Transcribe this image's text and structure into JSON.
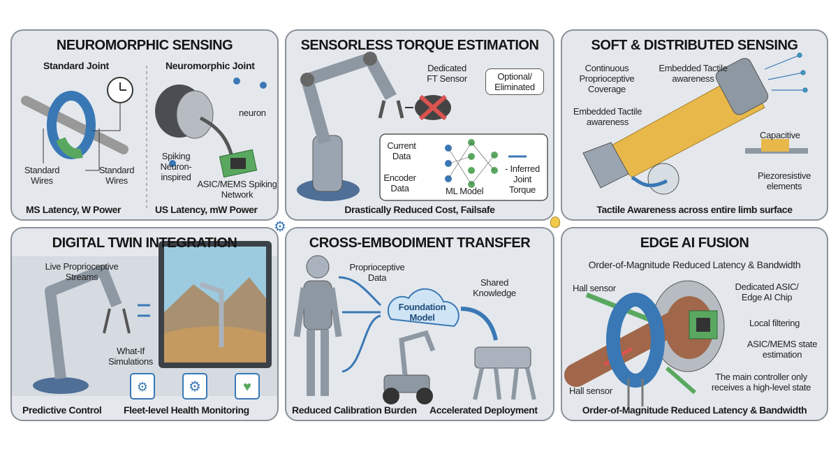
{
  "panels": {
    "neuromorphic": {
      "title": "NEUROMORPHIC SENSING",
      "standard_joint": "Standard Joint",
      "neuromorphic_joint": "Neuromorphic Joint",
      "standard_wires_left": "Standard Wires",
      "standard_wires_right": "Standard Wires",
      "spiking": "Spiking Neuron-inspired",
      "neuron": "neuron",
      "asic": "ASIC/MEMS Spiking Network",
      "footer_left": "MS Latency, W Power",
      "footer_right": "US Latency, mW Power"
    },
    "torque": {
      "title": "SENSORLESS TORQUE ESTIMATION",
      "ft_sensor": "Dedicated FT Sensor",
      "optional": "Optional/ Eliminated",
      "current_data": "Current Data",
      "encoder_data": "Encoder Data",
      "ml_model": "ML Model",
      "inferred": "- Inferred Joint Torque",
      "footer": "Drastically Reduced Cost, Failsafe"
    },
    "soft": {
      "title": "SOFT & DISTRIBUTED SENSING",
      "continuous": "Continuous Proprioceptive Coverage",
      "embedded_top": "Embedded Tactile awareness",
      "embedded_left": "Embedded Tactile awareness",
      "capacitive": "Capacitive",
      "piezo": "Piezoresistive elements",
      "footer": "Tactile Awareness across entire limb surface"
    },
    "twin": {
      "title": "DIGITAL TWIN INTEGRATION",
      "streams": "Live Proprioceptive Streams",
      "whatif": "What-If Simulations",
      "footer_left": "Predictive Control",
      "footer_right": "Fleet-level Health Monitoring"
    },
    "cross": {
      "title": "CROSS-EMBODIMENT TRANSFER",
      "proprio": "Proprioceptive Data",
      "foundation": "Foundation Model",
      "shared": "Shared Knowledge",
      "footer_left": "Reduced Calibration Burden",
      "footer_right": "Accelerated Deployment"
    },
    "edge": {
      "title": "EDGE AI FUSION",
      "subtitle": "Order-of-Magnitude Reduced Latency & Bandwidth",
      "hall_top": "Hall sensor",
      "hall_bottom": "Hall sensor",
      "chip": "Dedicated ASIC/ Edge AI Chip",
      "filtering": "Local filtering",
      "state_est": "ASIC/MEMS state estimation",
      "controller": "The main controller only receives a high-level state",
      "footer": "Order-of-Magnitude Reduced Latency & Bandwidth"
    }
  },
  "colors": {
    "panel_bg": "#e4e8ec",
    "border": "#8a9099",
    "accent_blue": "#3a78b5",
    "accent_yellow": "#e8b84a",
    "accent_green": "#5aa860",
    "cross_red": "#d9534f"
  },
  "decor_icons": [
    "gear-icon",
    "lightbulb-icon"
  ]
}
